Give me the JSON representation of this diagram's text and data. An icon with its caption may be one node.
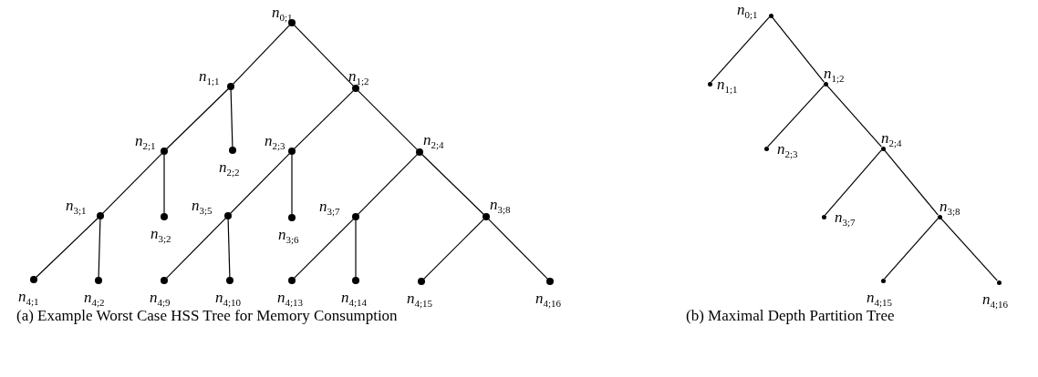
{
  "diagram": {
    "nodes": [
      {
        "text": [],
        "shape": "circle",
        "beside": [
          "*n*$_{0;1}$"
        ]
      },
      {
        "text": [],
        "shape": "circle",
        "beside": [
          "*n*$_{1;1}$"
        ]
      },
      {
        "text": [],
        "shape": "circle",
        "beside": [
          "*n*$_{1;2}$"
        ]
      },
      {
        "text": [],
        "shape": "circle",
        "beside": [
          "*n*$_{2;1}$"
        ]
      },
      {
        "text": [],
        "shape": "circle",
        "beside": [
          "*n*$_{2;2}$"
        ]
      },
      {
        "text": [],
        "shape": "circle",
        "beside": [
          "*n*$_{2;3}$"
        ]
      },
      {
        "text": [],
        "shape": "circle",
        "beside": [
          "*n*$_{2;4}$"
        ]
      },
      {
        "text": [],
        "shape": "circle",
        "beside": [
          "*n*$_{3;1}$"
        ]
      },
      {
        "text": [],
        "shape": "circle",
        "beside": [
          "*n*$_{3;2}$"
        ]
      },
      {
        "text": [],
        "shape": "circle",
        "beside": [
          "*n*$_{3;5}$"
        ]
      },
      {
        "text": [],
        "shape": "circle",
        "beside": [
          "*n*$_{3;6}$"
        ]
      },
      {
        "text": [],
        "shape": "circle",
        "beside": [
          "*n*$_{3;7}$"
        ]
      },
      {
        "text": [],
        "shape": "circle",
        "beside": [
          "*n*$_{3;8}$"
        ]
      },
      {
        "text": [],
        "shape": "circle",
        "beside": [
          "*n*$_{4;1}$"
        ]
      },
      {
        "text": [],
        "shape": "circle",
        "beside": [
          "*n*$_{4;2}$"
        ]
      },
      {
        "text": [],
        "shape": "circle",
        "beside": [
          "*n*$_{4;9}$"
        ]
      },
      {
        "text": [],
        "shape": "circle",
        "beside": [
          "*n*$_{4;10}$"
        ]
      },
      {
        "text": [],
        "shape": "circle",
        "beside": [
          "*n*$_{4;13}$"
        ]
      },
      {
        "text": [],
        "shape": "circle",
        "beside": [
          "*n*$_{4;14}$"
        ]
      },
      {
        "text": [],
        "shape": "circle",
        "beside": [
          "*n*$_{4;15}$"
        ]
      },
      {
        "text": [],
        "shape": "circle",
        "beside": [
          "*n*$_{4;16}$"
        ]
      },
      {
        "text": [],
        "shape": "circle",
        "beside": [
          "*n*$_{0;1}$"
        ]
      },
      {
        "text": [],
        "shape": "circle",
        "beside": [
          "*n*$_{1;1}$"
        ]
      },
      {
        "text": [],
        "shape": "circle",
        "beside": [
          "*n*$_{1;2}$"
        ]
      },
      {
        "text": [],
        "shape": "circle",
        "beside": [
          "*n*$_{2;3}$"
        ]
      },
      {
        "text": [],
        "shape": "circle",
        "beside": [
          "*n*$_{2;4}$"
        ]
      },
      {
        "text": [],
        "shape": "circle",
        "beside": [
          "*n*$_{3;7}$"
        ]
      },
      {
        "text": [],
        "shape": "circle",
        "beside": [
          "*n*$_{3;8}$"
        ]
      },
      {
        "text": [],
        "shape": "circle",
        "beside": [
          "*n*$_{4;15}$"
        ]
      },
      {
        "text": [],
        "shape": "circle",
        "beside": [
          "*n*$_{4;16}$"
        ]
      }
    ],
    "edges": [
      {
        "from": 0,
        "to": 1,
        "arrow": "none"
      },
      {
        "from": 0,
        "to": 2,
        "arrow": "none"
      },
      {
        "from": 1,
        "to": 3,
        "arrow": "none"
      },
      {
        "from": 1,
        "to": 4,
        "arrow": "none"
      },
      {
        "from": 2,
        "to": 5,
        "arrow": "none"
      },
      {
        "from": 2,
        "to": 6,
        "arrow": "none"
      },
      {
        "from": 3,
        "to": 7,
        "arrow": "none"
      },
      {
        "from": 3,
        "to": 8,
        "arrow": "none"
      },
      {
        "from": 5,
        "to": 9,
        "arrow": "none"
      },
      {
        "from": 5,
        "to": 10,
        "arrow": "none"
      },
      {
        "from": 6,
        "to": 11,
        "arrow": "none"
      },
      {
        "from": 6,
        "to": 12,
        "arrow": "none"
      },
      {
        "from": 7,
        "to": 13,
        "arrow": "none"
      },
      {
        "from": 7,
        "to": 14,
        "arrow": "none"
      },
      {
        "from": 9,
        "to": 15,
        "arrow": "none"
      },
      {
        "from": 9,
        "to": 16,
        "arrow": "none"
      },
      {
        "from": 11,
        "to": 17,
        "arrow": "none"
      },
      {
        "from": 11,
        "to": 18,
        "arrow": "none"
      },
      {
        "from": 12,
        "to": 19,
        "arrow": "none"
      },
      {
        "from": 12,
        "to": 20,
        "arrow": "none"
      },
      {
        "from": 21,
        "to": 22,
        "arrow": "none"
      },
      {
        "from": 21,
        "to": 23,
        "arrow": "none"
      },
      {
        "from": 23,
        "to": 24,
        "arrow": "none"
      },
      {
        "from": 23,
        "to": 25,
        "arrow": "none"
      },
      {
        "from": 25,
        "to": 26,
        "arrow": "none"
      },
      {
        "from": 25,
        "to": 27,
        "arrow": "none"
      },
      {
        "from": 27,
        "to": 28,
        "arrow": "none"
      },
      {
        "from": 27,
        "to": 29,
        "arrow": "none"
      }
    ],
    "labels": [
      "(a) Example Worst Case HSS Tree for Memory Consumption",
      "(b) Maximal Depth Partition Tree"
    ]
  }
}
